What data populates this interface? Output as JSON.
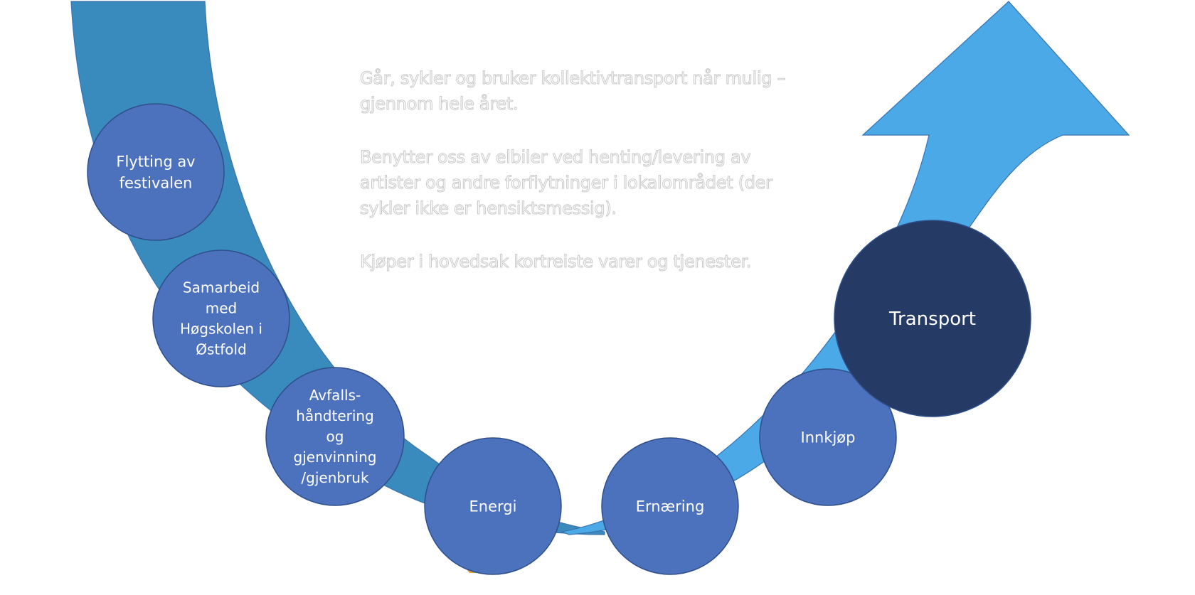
{
  "colors": {
    "left_band": "#3a8bbd",
    "right_band": "#4aa9e6",
    "node_fill": "#4d72bd",
    "node_stroke": "#2f4f8a",
    "highlight_node_fill": "#263a66",
    "text_outline": "#c9c9c9",
    "accent_hint": "#d9a441"
  },
  "description": {
    "paragraphs": [
      "Går, sykler og bruker kollektivtransport når mulig – gjennom hele året.",
      "Benytter oss av elbiler ved henting/levering av artister og andre forflytninger i lokalområdet (der sykler ikke er hensiktsmessig).",
      "Kjøper i hovedsak kortreiste varer og tjenester."
    ]
  },
  "nodes": [
    {
      "id": "flytting",
      "lines": [
        "Flytting av",
        "festivalen"
      ],
      "highlighted": false
    },
    {
      "id": "samarbeid",
      "lines": [
        "Samarbeid",
        "med",
        "Høgskolen i",
        "Østfold"
      ],
      "highlighted": false
    },
    {
      "id": "avfall",
      "lines": [
        "Avfalls-",
        "håndtering",
        "og",
        "gjenvinning",
        "/gjenbruk"
      ],
      "highlighted": false
    },
    {
      "id": "energi",
      "lines": [
        "Energi"
      ],
      "highlighted": false
    },
    {
      "id": "ernaering",
      "lines": [
        "Ernæring"
      ],
      "highlighted": false
    },
    {
      "id": "innkjop",
      "lines": [
        "Innkjøp"
      ],
      "highlighted": false
    },
    {
      "id": "transport",
      "lines": [
        "Transport"
      ],
      "highlighted": true
    }
  ]
}
